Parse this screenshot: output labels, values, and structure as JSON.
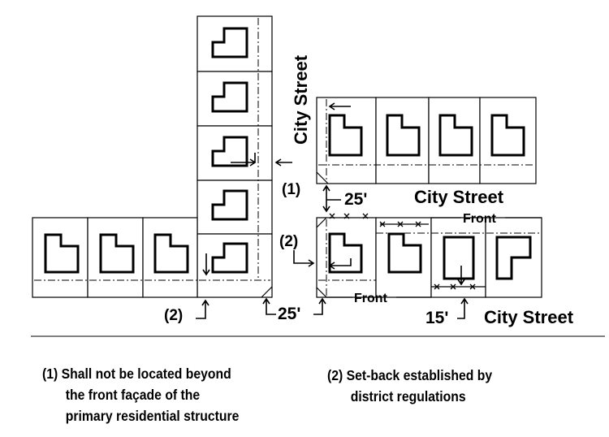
{
  "streets": {
    "vertical": "City Street",
    "middle": "City Street",
    "bottom": "City Street"
  },
  "labels": {
    "one": "(1)",
    "two_left": "(2)",
    "two_mid": "(2)",
    "dim_25_upper": "25'",
    "dim_25_lower": "25'",
    "dim_15": "15'",
    "front_top": "Front",
    "front_bottom": "Front"
  },
  "legend": {
    "item1": {
      "marker": "(1)",
      "lines": [
        "Shall not be located beyond",
        "the front façade of the",
        "primary residential structure"
      ]
    },
    "item2": {
      "marker": "(2)",
      "lines": [
        "Set-back established by",
        "district regulations"
      ]
    }
  }
}
